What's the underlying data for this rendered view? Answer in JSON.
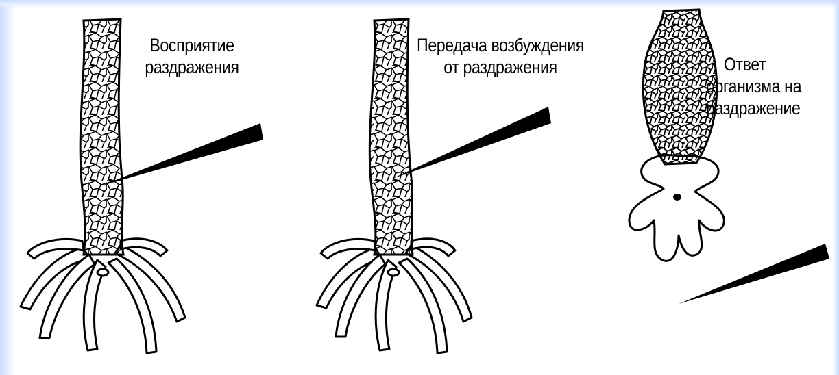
{
  "stages": [
    {
      "id": "perception",
      "lines": [
        "Восприятие",
        "раздражения"
      ]
    },
    {
      "id": "transmission",
      "lines": [
        "Передача возбуждения",
        "от раздражения"
      ]
    },
    {
      "id": "response",
      "lines": [
        "Ответ",
        "организма на",
        "раздражение"
      ]
    }
  ],
  "colors": {
    "ink": "#000000",
    "background": "#ffffff",
    "frame": "#c9dcff"
  }
}
